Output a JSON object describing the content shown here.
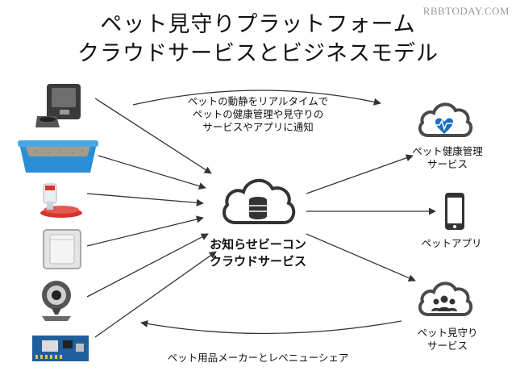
{
  "watermark": "RBBTODAY.COM",
  "title": {
    "line1": "ペット見守りプラットフォーム",
    "line2": "クラウドサービスとビジネスモデル"
  },
  "center": {
    "icon": "cloud-database-icon",
    "line1": "お知らせビーコン",
    "line2": "クラウドサービス"
  },
  "top_note": {
    "line1": "ペットの動静をリアルタイムで",
    "line2": "ペットの健康管理や見守りの",
    "line3": "サービスやアプリに通知"
  },
  "bottom_note": "ペット用品メーカーとレベニューシェア",
  "services": [
    {
      "icon": "cloud-heart-icon",
      "line1": "ペット健康管理",
      "line2": "サービス"
    },
    {
      "icon": "smartphone-icon",
      "line1": "ペットアプリ",
      "line2": ""
    },
    {
      "icon": "cloud-people-icon",
      "line1": "ペット見守り",
      "line2": "サービス"
    }
  ],
  "devices": [
    {
      "icon": "pet-feeder-icon"
    },
    {
      "icon": "litter-box-icon"
    },
    {
      "icon": "water-dispenser-icon"
    },
    {
      "icon": "pet-door-icon"
    },
    {
      "icon": "webcam-icon"
    },
    {
      "icon": "circuit-board-icon"
    }
  ],
  "colors": {
    "line": "#333333",
    "cloud_fill": "#4a4a4a",
    "heart": "#1c6fbf",
    "litter_blue": "#2b8fd6"
  }
}
